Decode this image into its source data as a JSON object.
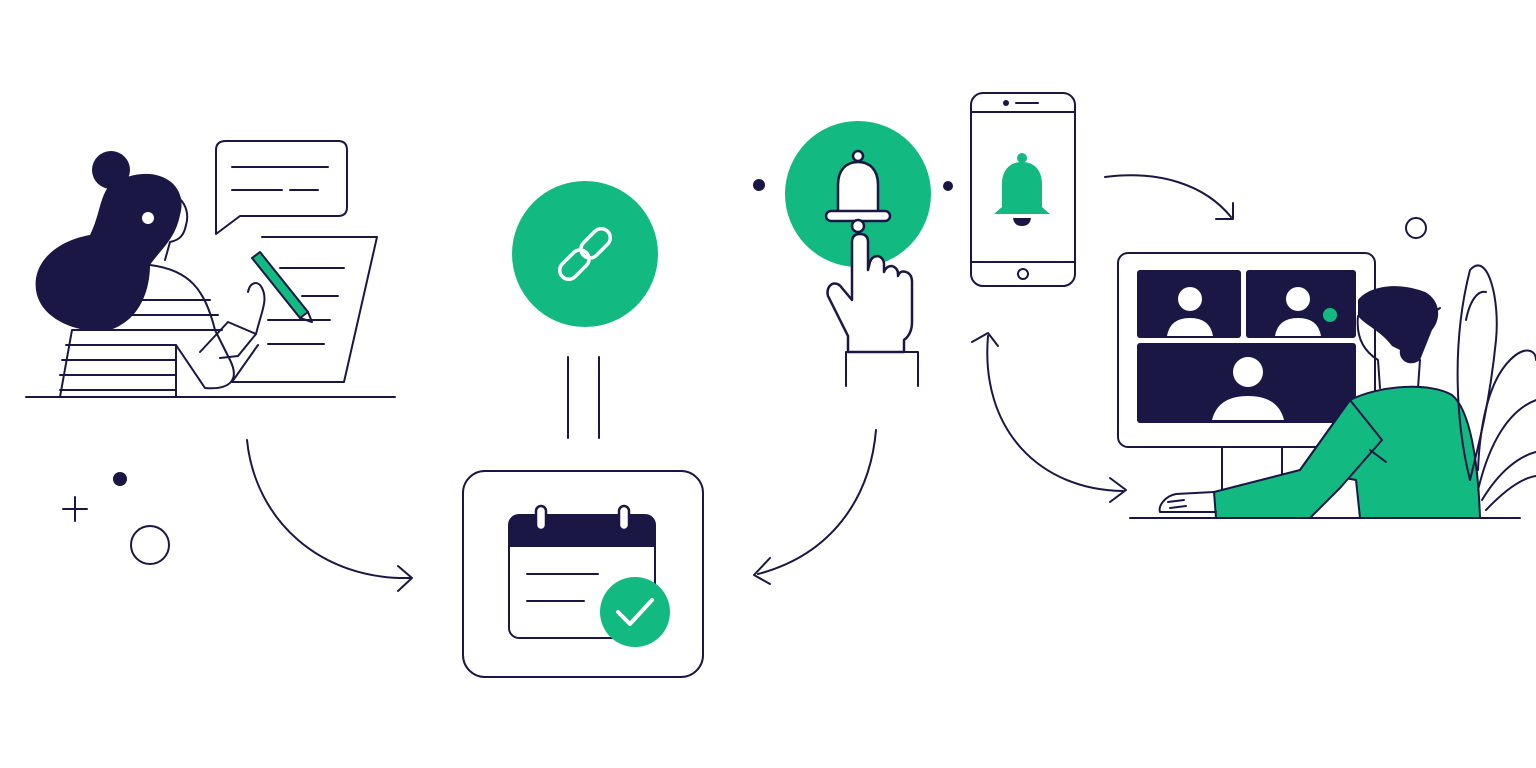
{
  "colors": {
    "accent": "#12b981",
    "ink": "#1a1745",
    "background": "#ffffff"
  },
  "steps": [
    {
      "name": "booking-request",
      "icon": "person-writing-icon"
    },
    {
      "name": "shareable-link",
      "icon": "link-icon"
    },
    {
      "name": "calendar-confirmed",
      "icon": "calendar-check-icon"
    },
    {
      "name": "reminder-notification",
      "icon": "bell-tap-icon"
    },
    {
      "name": "mobile-alert",
      "icon": "phone-bell-icon"
    },
    {
      "name": "video-meeting",
      "icon": "video-call-icon"
    }
  ]
}
